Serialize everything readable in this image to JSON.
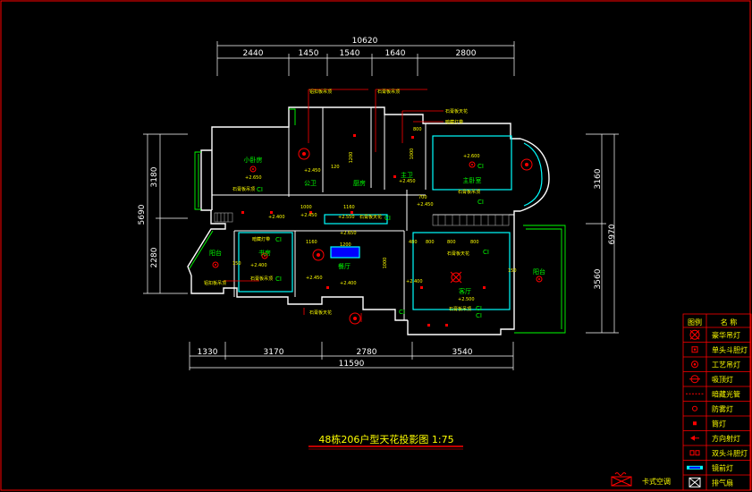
{
  "drawing": {
    "title": "48栋206户型天花投影图 1:75",
    "dims_top": {
      "total": "10620",
      "segments": [
        "2440",
        "1450",
        "1540",
        "1640",
        "2800"
      ]
    },
    "dims_bottom": {
      "total": "11590",
      "segments": [
        "1330",
        "3170",
        "2780",
        "3540"
      ]
    },
    "dims_left": [
      "3180",
      "5690",
      "2280"
    ],
    "dims_right": [
      "3160",
      "6970",
      "3560"
    ],
    "rooms": {
      "small_bedroom": "小卧房",
      "bath_1": "公卫",
      "kitchen": "厨房",
      "bath_2": "主卫",
      "master": "主卧室",
      "study": "书房",
      "dining": "餐厅",
      "living": "客厅",
      "balcony_l": "阳台",
      "balcony_r": "阳台"
    },
    "notes": {
      "n1": "铝扣板吊顶",
      "n2": "石膏板吊顶",
      "n3": "石膏板天花",
      "n4": "暗藏灯带"
    },
    "heights": [
      "+2.650",
      "+2.450",
      "+2.600",
      "+2.550",
      "+2.400",
      "+2.500"
    ],
    "small_dims": [
      "1200",
      "1160",
      "1000",
      "700",
      "480",
      "800",
      "150",
      "120"
    ],
    "ci_marks": [
      "CI",
      "CI",
      "CI",
      "CI",
      "CI",
      "CI",
      "CI",
      "CI",
      "CI",
      "CI"
    ],
    "stamp": "卡式空调"
  },
  "legend": {
    "header": {
      "col1": "图例",
      "col2": "名 称"
    },
    "items": [
      {
        "name": "豪华吊灯",
        "icon": "chandelier-icon"
      },
      {
        "name": "单头斗胆灯",
        "icon": "single-spotlight-icon"
      },
      {
        "name": "工艺吊灯",
        "icon": "pendant-lamp-icon"
      },
      {
        "name": "吸顶灯",
        "icon": "ceiling-lamp-icon"
      },
      {
        "name": "暗藏光管",
        "icon": "hidden-tube-light-icon"
      },
      {
        "name": "防雾灯",
        "icon": "fog-proof-lamp-icon"
      },
      {
        "name": "筒灯",
        "icon": "downlight-icon"
      },
      {
        "name": "方向射灯",
        "icon": "directional-spotlight-icon"
      },
      {
        "name": "双头斗胆灯",
        "icon": "double-spotlight-icon"
      },
      {
        "name": "镜前灯",
        "icon": "mirror-lamp-icon"
      },
      {
        "name": "排气扇",
        "icon": "exhaust-fan-icon"
      }
    ]
  },
  "colors": {
    "frame": "#ff0000",
    "wall": "#ffffff",
    "text": "#ffff00",
    "label": "#00ff00",
    "glass": "#00ffff"
  }
}
